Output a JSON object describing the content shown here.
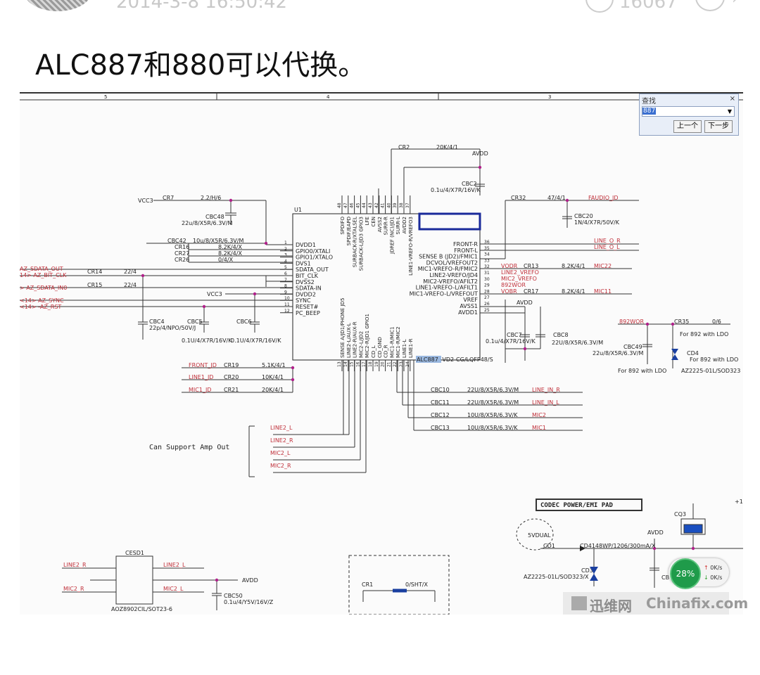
{
  "header": {
    "timestamp": "2014-3-8 16:50:42",
    "count": "16067"
  },
  "post": {
    "text": "ALC887和880可以代换。"
  },
  "find_dialog": {
    "title": "查找",
    "value": "887",
    "prev": "上一个",
    "next": "下一步"
  },
  "schematic": {
    "border_numbers": [
      "5",
      "4",
      "3"
    ],
    "part_name": "U1",
    "part_number_prefix": "ALC887",
    "part_number_suffix": "-VD2-CG/LQFP48/S",
    "left_pins": [
      {
        "n": "1",
        "name": "DVDD1"
      },
      {
        "n": "2",
        "name": "GPIO0/XTALI"
      },
      {
        "n": "3",
        "name": "GPIO1/XTALO"
      },
      {
        "n": "4",
        "name": "DVS1"
      },
      {
        "n": "5",
        "name": "SDATA_OUT"
      },
      {
        "n": "6",
        "name": "BIT_CLK"
      },
      {
        "n": "7",
        "name": "DVSS2"
      },
      {
        "n": "8",
        "name": "SDATA-IN"
      },
      {
        "n": "9",
        "name": "DVDD2"
      },
      {
        "n": "10",
        "name": "SYNC"
      },
      {
        "n": "11",
        "name": "RESET#"
      },
      {
        "n": "12",
        "name": "PC_BEEP"
      }
    ],
    "right_pins": [
      {
        "n": "36",
        "name": "FRONT-R"
      },
      {
        "n": "35",
        "name": "FRONT-L"
      },
      {
        "n": "34",
        "name": "SENSE B (JD2)/FMIC1"
      },
      {
        "n": "33",
        "name": "DCVOL/VREFOUT2"
      },
      {
        "n": "32",
        "name": "MIC1-VREFO-R/FMIC2"
      },
      {
        "n": "31",
        "name": "LINE2-VREFO/JD4"
      },
      {
        "n": "30",
        "name": "MIC2-VREFO/AFILT2"
      },
      {
        "n": "29",
        "name": "LINE1-VREFO-L/AFILT1"
      },
      {
        "n": "28",
        "name": "MIC1-VREFO-L/VREFOUT"
      },
      {
        "n": "27",
        "name": "VREF"
      },
      {
        "n": "26",
        "name": "AVSS1"
      },
      {
        "n": "25",
        "name": "AVDD1"
      }
    ],
    "top_pins": [
      {
        "n": "48",
        "name": "SPDIFO"
      },
      {
        "n": "47",
        "name": "SPDIF/EAPD"
      },
      {
        "n": "46",
        "name": "SURBACK-R/XTALSEL"
      },
      {
        "n": "45",
        "name": "SURBACK-L/JD3 GPIO3"
      },
      {
        "n": "44",
        "name": "LFE"
      },
      {
        "n": "43",
        "name": "CEN"
      },
      {
        "n": "42",
        "name": "AVSS2"
      },
      {
        "n": "41",
        "name": "SURR-R"
      },
      {
        "n": "40",
        "name": "JDREF (NC)/JD1"
      },
      {
        "n": "39",
        "name": "SURR-L"
      },
      {
        "n": "38",
        "name": "AVDD2"
      },
      {
        "n": "37",
        "name": "LINE1-VREFO-R/VREFO3"
      }
    ],
    "bottom_pins": [
      {
        "n": "13",
        "name": "SENSE A/JD1/PHONE JD5"
      },
      {
        "n": "14",
        "name": "LINE2-L/AUX-L"
      },
      {
        "n": "15",
        "name": "LINE2-R/AUX-R"
      },
      {
        "n": "16",
        "name": "MIC2-L/JD2"
      },
      {
        "n": "17",
        "name": "MIC2-R/JD1 GPIO1"
      },
      {
        "n": "18",
        "name": "CD_L"
      },
      {
        "n": "19",
        "name": "CD_GND"
      },
      {
        "n": "20",
        "name": "CD_R"
      },
      {
        "n": "21",
        "name": "MIC1-R/MIC1"
      },
      {
        "n": "22",
        "name": "MIC1-R/MIC2"
      },
      {
        "n": "23",
        "name": "LINE1-L"
      },
      {
        "n": "24",
        "name": "LINE1-R"
      }
    ],
    "labels": {
      "vcc3_a": "VCC3",
      "cr7": "CR7",
      "cr7_val": "2.2/H/6",
      "cbc48": "CBC48",
      "cbc48_val": "22u/8/X5R/6.3V/M",
      "cbc42": "CBC42",
      "cbc42_val": "10u/8/X5R/6.3V/M",
      "cr16": "CR16",
      "cr16_val": "8.2K/4/X",
      "cr27": "CR27",
      "cr27_val": "8.2K/4/X",
      "cr26": "CR26",
      "cr26_val": "0/4/X",
      "az_sdata_out": "AZ_SDATA_OUT",
      "az_bit_clk": "14> AZ_BIT_CLK",
      "az_sdata_in": "> AZ_SDATA_IN0",
      "az_sync": "<14> AZ_SYNC",
      "az_rst": "<14> -AZ_RST",
      "cr14": "CR14",
      "cr14_val": "22/4",
      "cr15": "CR15",
      "cr15_val": "22/4",
      "vcc3_b": "VCC3",
      "cbc4": "CBC4",
      "cbc4_val": "22p/4/NPO/50V/J",
      "cbc5": "CBC5",
      "cbc5_val": "0.1U/4/X7R/16V/K",
      "cbc6": "CBC6",
      "cbc6_val": "0.1U/4/X7R/16V/K",
      "cr2": "CR2",
      "cr2_val": "20K/4/1",
      "avdd_top": "AVDD",
      "cbc2": "CBC2",
      "cbc2_val": "0.1u/4/X7R/16V/K",
      "cr32": "CR32",
      "cr32_val": "47/4/1",
      "faudio_jd": "FAUDIO_JD",
      "cbc20": "CBC20",
      "cbc20_val": "1N/4/X7R/50V/K",
      "line_o_r": "LINE_O_R",
      "line_o_l": "LINE_O_L",
      "vodr": "VODR",
      "cr13": "CR13",
      "cr13_val": "8.2K/4/1",
      "mic22": "MIC22",
      "line2_vrefo": "LINE2_VREFO",
      "mic2_vrefo": "MIC2_VREFO",
      "892wor": "892WOR",
      "vobr": "VOBR",
      "cr17": "CR17",
      "cr17_val": "8.2K/4/1",
      "mic11": "MIC11",
      "avdd_mid": "AVDD",
      "cbc7": "CBC7",
      "cbc7_val": "0.1u/4/X7R/16V/K",
      "cbc8": "CBC8",
      "cbc8_val": "22U/8/X5R/6.3V/M",
      "892wor_b": "892WOR",
      "cr35": "CR35",
      "cr35_val": "0/6",
      "for892a": "For 892 with LDO",
      "cbc49": "CBC49",
      "cbc49_val": "22u/8/X5R/6.3V/M",
      "cd4": "CD4",
      "for892b": "For 892 with LDO",
      "for892c": "For 892 with LDO",
      "cd4_part": "AZ2225-01L/SOD323",
      "front_jd": "FRONT_JD",
      "cr19": "CR19",
      "cr19_val": "5.1K/4/1",
      "line1_jd": "LINE1_JD",
      "cr20": "CR20",
      "cr20_val": "10K/4/1",
      "mic1_jd": "MIC1_JD",
      "cr21": "CR21",
      "cr21_val": "20K/4/1",
      "cbc10": "CBC10",
      "cbc10_val": "22U/8/X5R/6.3V/M",
      "line_in_r": "LINE_IN_R",
      "cbc11": "CBC11",
      "cbc11_val": "22U/8/X5R/6.3V/M",
      "line_in_l": "LINE_IN_L",
      "cbc12": "CBC12",
      "cbc12_val": "10U/8/X5R/6.3V/K",
      "mic2": "MIC2",
      "cbc13": "CBC13",
      "cbc13_val": "10U/8/X5R/6.3V/K",
      "mic1": "MIC1",
      "amp_note": "Can Support Amp Out",
      "line2_l": "LINE2_L",
      "line2_r": "LINE2_R",
      "mic2_l": "MIC2_L",
      "mic2_r": "MIC2_R",
      "codec_box": "CODEC POWER/EMI PAD",
      "vdual": "5VDUAL",
      "avdd_bot": "AVDD",
      "cd1": "CD1",
      "cd1_val": "CD4148WP/1206/300mA/X",
      "cd3": "CD3",
      "cd3_val": "AZ2225-01L/SOD323/X",
      "cq3": "CQ3",
      "cbc_bot": "CB",
      "cesd1": "CESD1",
      "esd_l2r": "LINE2_R",
      "esd_l2l": "LINE2_L",
      "esd_m2r": "MIC2_R",
      "esd_m2l": "MIC2_L",
      "avdd_esd": "AVDD",
      "cbc50": "CBC50",
      "cbc50_val": "0.1u/4/Y5V/16V/Z",
      "esd_part": "AOZ8902CIL/SOT23-6",
      "cr1": "CR1",
      "cr1_val": "0/SHT/X",
      "plus_one": "+1"
    }
  },
  "network_widget": {
    "percent": "28%",
    "up": "0K/s",
    "down": "0K/s"
  },
  "watermark": {
    "logo_text": "迅维网",
    "site": "Chinafix.com"
  }
}
